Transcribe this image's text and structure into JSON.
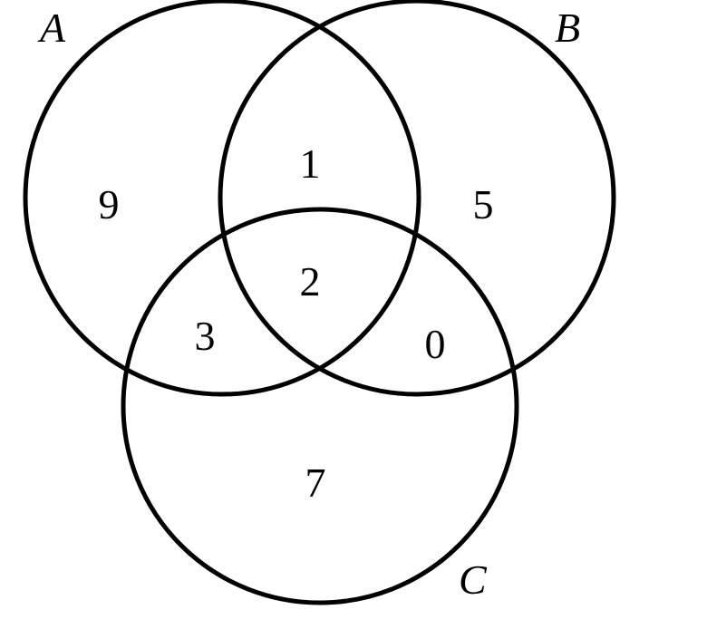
{
  "diagram": {
    "sets": {
      "a": "A",
      "b": "B",
      "c": "C"
    },
    "regions": {
      "a_only": "9",
      "a_and_b": "1",
      "b_only": "5",
      "a_b_c": "2",
      "a_and_c": "3",
      "b_and_c": "0",
      "c_only": "7"
    }
  }
}
